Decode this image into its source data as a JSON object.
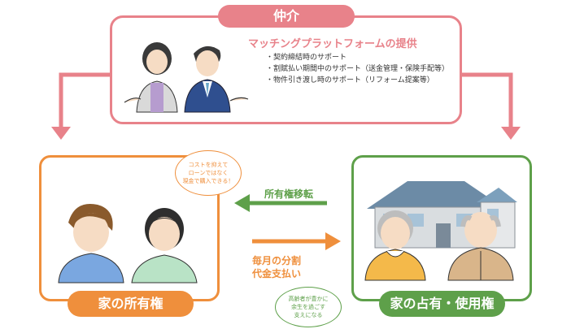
{
  "mediator": {
    "label": "仲介",
    "platform_title": "マッチングプラットフォームの提供",
    "support_items": [
      "・契約締結時のサポート",
      "・割賦払い期間中のサポート（送金管理・保険手配等）",
      "・物件引き渡し時のサポート（リフォーム提案等）"
    ]
  },
  "owner": {
    "label": "家の所有権",
    "bubble_lines": [
      "コストを抑えて",
      "ローンではなく",
      "現金で購入できる！"
    ]
  },
  "occupant": {
    "label": "家の占有・使用権",
    "bubble_lines": [
      "高齢者が豊かに",
      "余生を過ごす",
      "支えになる"
    ]
  },
  "flows": {
    "transfer_label": "所有権移転",
    "payment_label_1": "毎月の分割",
    "payment_label_2": "代金支払い"
  },
  "colors": {
    "mediator": "#e8828a",
    "owner": "#ef8f3c",
    "occupant": "#5ea04a"
  }
}
